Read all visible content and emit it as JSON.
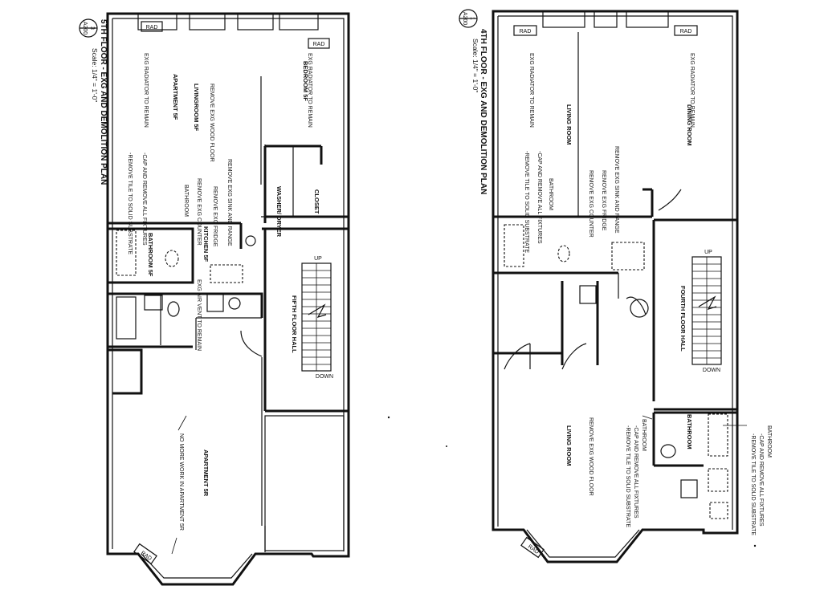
{
  "left_plan": {
    "sheet_number": "3",
    "sheet_code": "A200",
    "title": "5TH FLOOR - EXG AND DEMOLITION PLAN",
    "scale": "Scale: 1/4\" = 1'-0\"",
    "rad_labels": [
      "RAD",
      "RAD",
      "RAD"
    ],
    "apartment_5f": "APARTMENT 5F",
    "livingroom": "LIVINGROOM 5F",
    "bedroom": "BEDROOM 5F",
    "bathroom": "BATHROOM 5F",
    "kitchen": "KITCHEN 5F",
    "washer_dryer": "WASHER/ DRYER",
    "closet": "CLOSET",
    "hall": "FIFTH FLOOR HALL",
    "up": "UP",
    "down": "DOWN",
    "apartment_5r": "APARTMENT 5R",
    "notes": {
      "rad_remain_left": "EXG RADIATOR TO REMAIN",
      "rad_remain_right": "EXG RADIATOR TO REMAIN",
      "remove_wood": "REMOVE EXG WOOD FLOOR",
      "remove_sink": "REMOVE EXG SINK AND RANGE",
      "remove_fridge": "REMOVE EXG FRIDGE",
      "remove_counter": "REMOVE EXG COUNTER",
      "bath_note": "BATHROOM",
      "cap_remove": "-CAP AND REMOVE ALL FIXTURES",
      "remove_tile": "-REMOVE TILE TO SOLID SUBSTRATE",
      "air_vent": "EXG AIR VENT TO REMAIN",
      "no_more_work": "NO MORE WORK IN APARTMENT 5R"
    }
  },
  "right_plan": {
    "sheet_number": "1",
    "sheet_code": "A200",
    "title": "4TH FLOOR - EXG AND DEMOLITION PLAN",
    "scale": "Scale: 1/4\" = 1'-0\"",
    "rad_labels": [
      "RAD",
      "RAD",
      "RAD"
    ],
    "living_room_front": "LIVING ROOM",
    "dining_room": "DINING ROOM",
    "living_room_rear": "LIVING ROOM",
    "bathroom": "BATHROOM",
    "hall": "FOURTH FLOOR HALL",
    "up": "UP",
    "down": "DOWN",
    "notes": {
      "rad_remain_left": "EXG RADIATOR TO REMAIN",
      "rad_remain_right": "EXG RADIATOR TO REMAIN",
      "bath_note": "BATHROOM",
      "cap_remove": "-CAP AND REMOVE ALL FIXTURES",
      "remove_tile": "-REMOVE TILE TO SOLID SUBSTRATE",
      "remove_sink": "REMOVE EXG SINK AND RANGE",
      "remove_fridge": "REMOVE EXG FRIDGE",
      "remove_counter": "REMOVE EXG COUNTER",
      "remove_wood": "REMOVE EXG WOOD FLOOR",
      "bath_note_rear": "BATHROOM",
      "cap_remove_rear": "-CAP AND REMOVE ALL FIXTURES",
      "remove_tile_rear": "-REMOVE TILE TO SOLID SUBSTRATE",
      "bath_note_side": "BATHROOM",
      "cap_remove_side": "-CAP AND REMOVE ALL FIXTURES",
      "remove_tile_side": "-REMOVE TILE TO SOLID SUBSTRATE"
    }
  }
}
